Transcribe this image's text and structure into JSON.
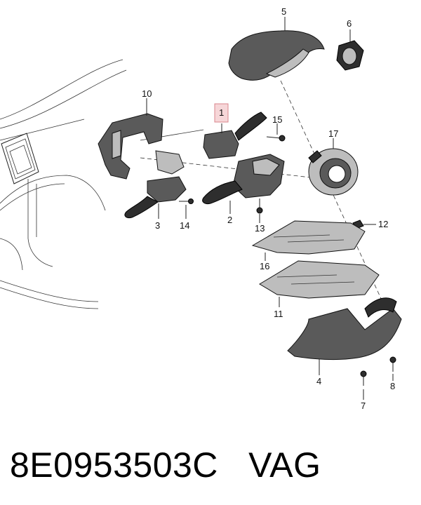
{
  "diagram": {
    "callouts": [
      {
        "id": "1",
        "label": "1",
        "highlighted": true
      },
      {
        "id": "2",
        "label": "2"
      },
      {
        "id": "3",
        "label": "3"
      },
      {
        "id": "4",
        "label": "4"
      },
      {
        "id": "5",
        "label": "5"
      },
      {
        "id": "6",
        "label": "6"
      },
      {
        "id": "7",
        "label": "7"
      },
      {
        "id": "8",
        "label": "8"
      },
      {
        "id": "10",
        "label": "10"
      },
      {
        "id": "11",
        "label": "11"
      },
      {
        "id": "12",
        "label": "12"
      },
      {
        "id": "13",
        "label": "13"
      },
      {
        "id": "14",
        "label": "14"
      },
      {
        "id": "15",
        "label": "15"
      },
      {
        "id": "16",
        "label": "16"
      },
      {
        "id": "17",
        "label": "17"
      }
    ],
    "highlight_color": "#f6d6d8"
  },
  "caption": {
    "part_number": "8E0953503C",
    "brand": "VAG"
  }
}
